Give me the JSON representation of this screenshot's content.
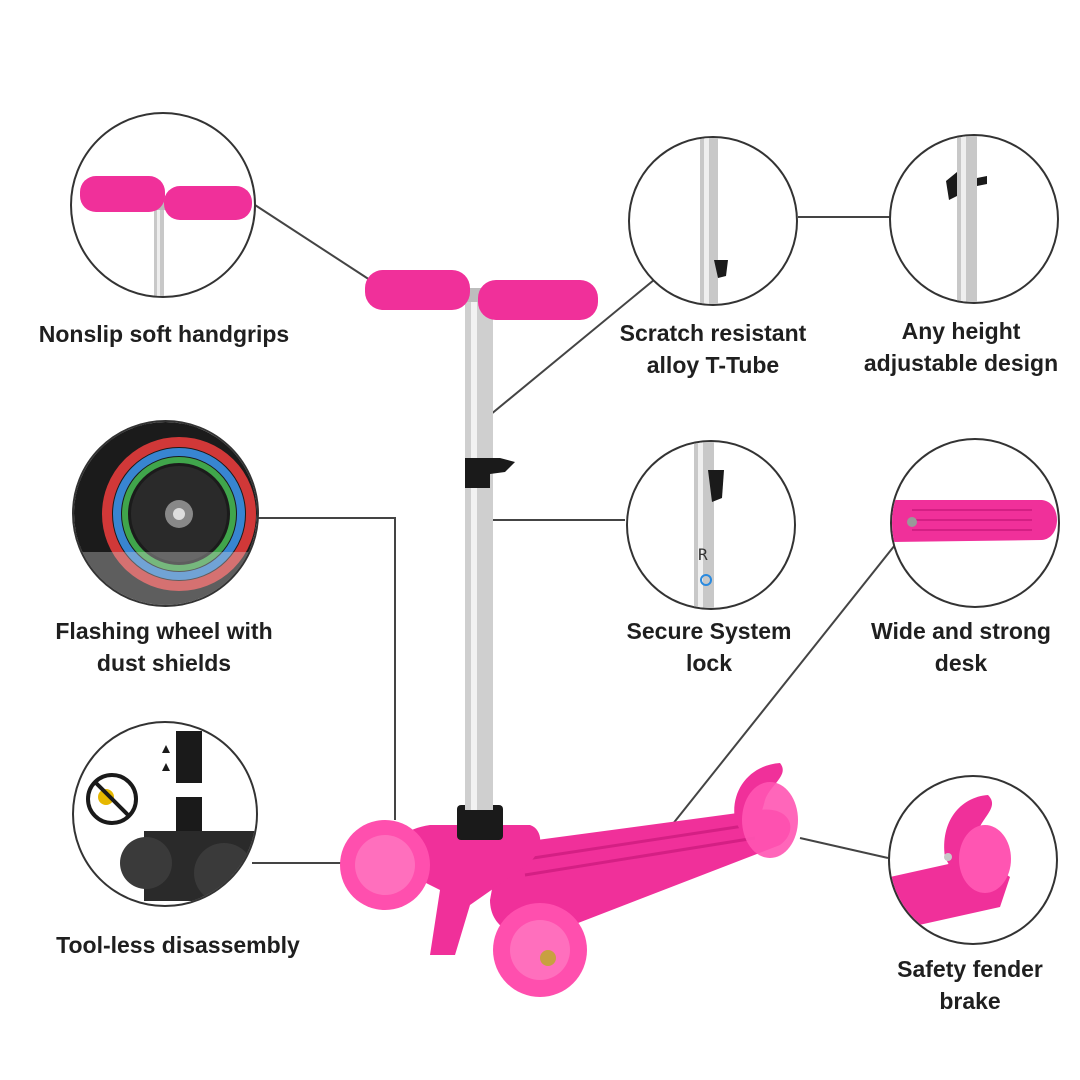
{
  "colors": {
    "accent_pink": "#f0309a",
    "pink_light": "#ff66bb",
    "pink_dark": "#c01a74",
    "metal": "#c8c8c8",
    "outline": "#333333",
    "text": "#1f1f1f"
  },
  "features": [
    {
      "id": "handgrips",
      "line1": "Nonslip soft handgrips",
      "line2": "",
      "icon": "handgrip-icon"
    },
    {
      "id": "t-tube",
      "line1": "Scratch resistant",
      "line2": "alloy T-Tube",
      "icon": "t-tube-icon"
    },
    {
      "id": "height",
      "line1": "Any height",
      "line2": "adjustable design",
      "icon": "height-adjust-icon"
    },
    {
      "id": "wheel",
      "line1": "Flashing wheel with",
      "line2": "dust shields",
      "icon": "flashing-wheel-icon"
    },
    {
      "id": "lock",
      "line1": "Secure System",
      "line2": "lock",
      "icon": "lock-icon"
    },
    {
      "id": "deck",
      "line1": "Wide and strong",
      "line2": "desk",
      "icon": "deck-icon"
    },
    {
      "id": "disassembly",
      "line1": "Tool-less disassembly",
      "line2": "",
      "icon": "tool-less-icon"
    },
    {
      "id": "brake",
      "line1": "Safety fender",
      "line2": "brake",
      "icon": "fender-brake-icon"
    }
  ]
}
